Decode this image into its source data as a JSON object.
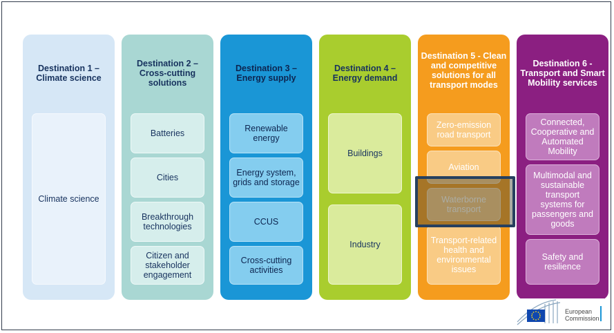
{
  "destinations": [
    {
      "title": "Destination 1 – Climate science",
      "color": "#d6e7f6",
      "items": [
        "Climate science"
      ]
    },
    {
      "title": "Destination 2 – Cross-cutting solutions",
      "color": "#a9d7d3",
      "items": [
        "Batteries",
        "Cities",
        "Breakthrough technologies",
        "Citizen and stakeholder engagement"
      ]
    },
    {
      "title": "Destination 3 – Energy supply",
      "color": "#1a96d6",
      "items": [
        "Renewable energy",
        "Energy system, grids and storage",
        "CCUS",
        "Cross-cutting activities"
      ]
    },
    {
      "title": "Destination 4 – Energy demand",
      "color": "#a9cd2e",
      "items": [
        "Buildings",
        "Industry"
      ]
    },
    {
      "title": "Destination 5 - Clean and competitive solutions for all transport modes",
      "color": "#f59c1e",
      "items": [
        "Zero-emission road transport",
        "Aviation",
        "Waterborne transport",
        "Transport-related health and environmental issues"
      ]
    },
    {
      "title": "Destination 6 - Transport and Smart Mobility services",
      "color": "#8b1f81",
      "items": [
        "Connected, Cooperative and Automated Mobility",
        "Multimodal and sustainable transport systems for passengers and goods",
        "Safety and resilience"
      ]
    }
  ],
  "highlighted_item": "Waterborne transport",
  "logo": {
    "line1": "European",
    "line2": "Commission",
    "icon": "eu-flag-icon"
  }
}
